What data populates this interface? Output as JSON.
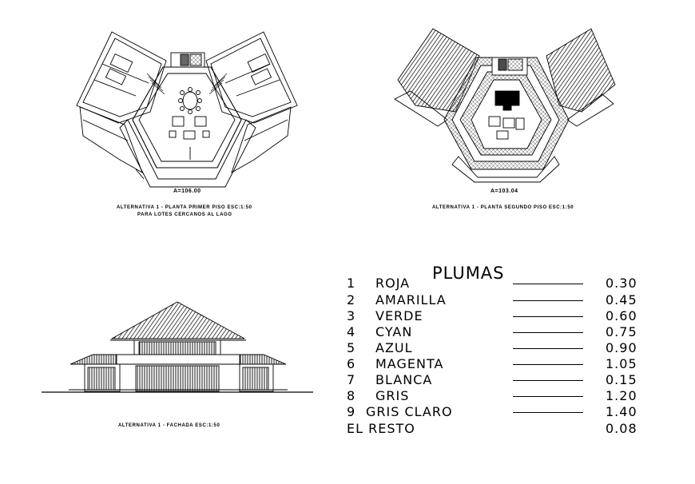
{
  "drawings": {
    "plan_first": {
      "area": "A=106.00",
      "caption_line1": "ALTERNATIVA 1 - PLANTA PRIMER PISO ESC:1:50",
      "caption_line2": "PARA LOTES CERCANOS AL LAGO"
    },
    "plan_second": {
      "area": "A=103.04",
      "caption": "ALTERNATIVA 1 - PLANTA SEGUNDO PISO ESC:1:50"
    },
    "facade": {
      "caption": "ALTERNATIVA 1 - FACHADA ESC:1:50"
    }
  },
  "plumas": {
    "title": "PLUMAS",
    "rows": [
      {
        "num": "1",
        "name": "ROJA",
        "value": "0.30"
      },
      {
        "num": "2",
        "name": "AMARILLA",
        "value": "0.45"
      },
      {
        "num": "3",
        "name": "VERDE",
        "value": "0.60"
      },
      {
        "num": "4",
        "name": "CYAN",
        "value": "0.75"
      },
      {
        "num": "5",
        "name": "AZUL",
        "value": "0.90"
      },
      {
        "num": "6",
        "name": "MAGENTA",
        "value": "1.05"
      },
      {
        "num": "7",
        "name": "BLANCA",
        "value": "0.15"
      },
      {
        "num": "8",
        "name": "GRIS",
        "value": "1.20"
      },
      {
        "num": "9",
        "name": "GRIS CLARO",
        "value": "1.40"
      }
    ],
    "rest": {
      "label": "EL RESTO",
      "value": "0.08"
    }
  }
}
